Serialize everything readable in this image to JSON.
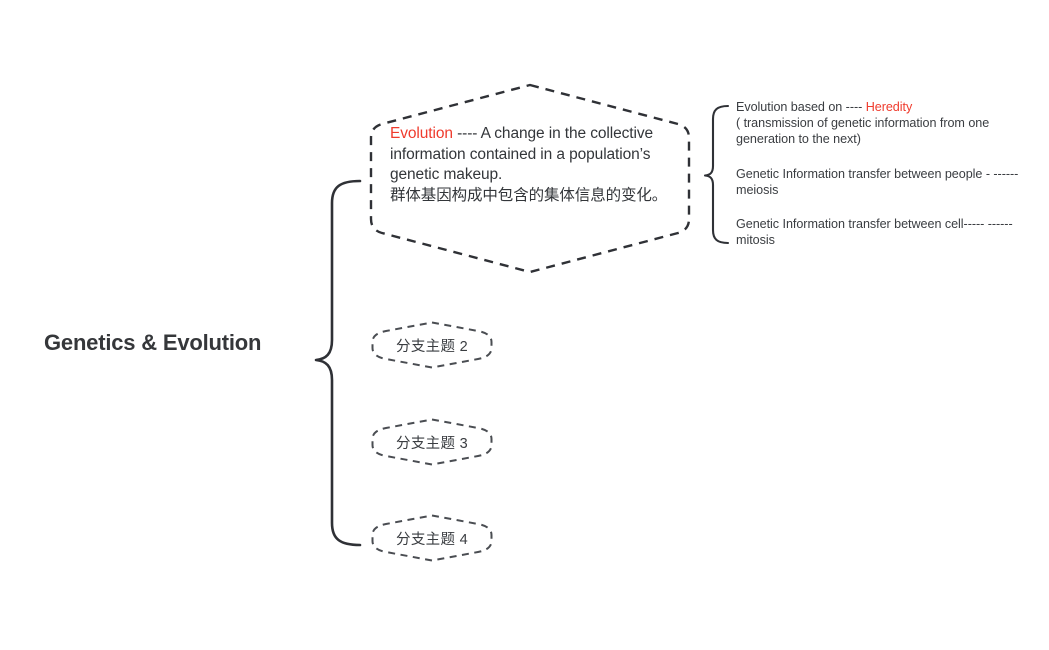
{
  "diagram": {
    "type": "mind-map",
    "background_color": "#ffffff",
    "ink_color": "#33363a",
    "accent_color": "#ef3b2d"
  },
  "root": {
    "label": "Genetics & Evolution"
  },
  "main_node": {
    "shape": "hexagon",
    "border_style": "dashed",
    "keyword": "Evolution",
    "body": " ---- A change in the collective information contained in a population’s genetic makeup.",
    "body_cn": "群体基因构成中包含的集体信息的变化。"
  },
  "branches": [
    {
      "label": "分支主题 2"
    },
    {
      "label": "分支主题 3"
    },
    {
      "label": "分支主题 4"
    }
  ],
  "notes": [
    {
      "line1_pre": "Evolution based on ---- ",
      "line1_keyword": "Heredity",
      "line2": "( transmission of genetic information from one generation to the next)"
    },
    {
      "line1_pre": "Genetic Information transfer between people - ------ meiosis",
      "line1_keyword": "",
      "line2": ""
    },
    {
      "line1_pre": "Genetic Information transfer between cell----- ------ mitosis",
      "line1_keyword": "",
      "line2": ""
    }
  ],
  "connectors": {
    "left_brace_name": "root-to-branches-brace",
    "right_brace_name": "main-node-to-notes-brace"
  }
}
